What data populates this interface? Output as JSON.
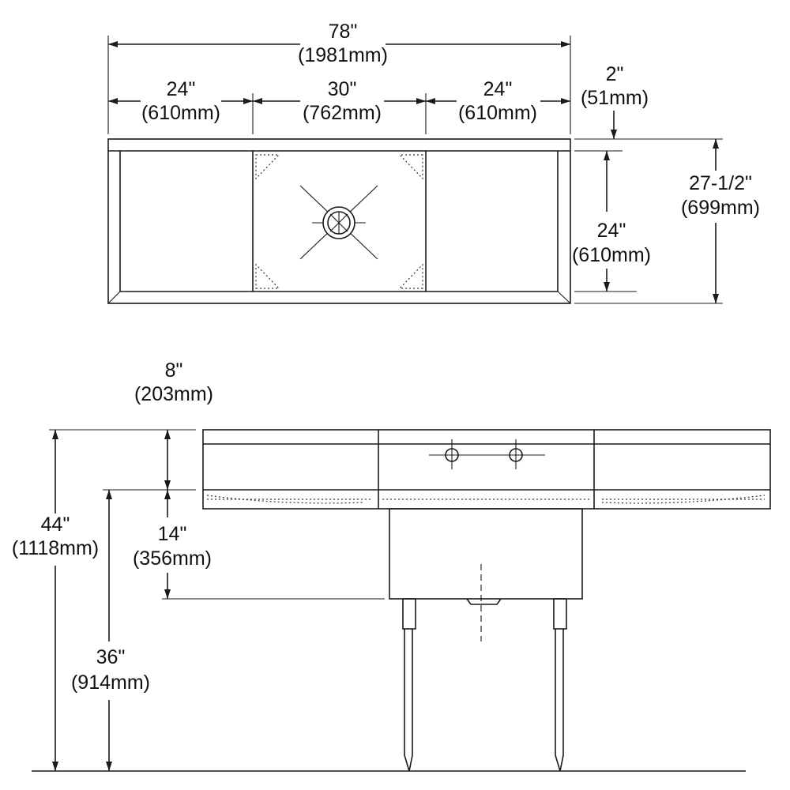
{
  "top_view": {
    "overall_width": {
      "in": "78\"",
      "mm": "(1981mm)"
    },
    "left_drainboard": {
      "in": "24\"",
      "mm": "(610mm)"
    },
    "bowl_width": {
      "in": "30\"",
      "mm": "(762mm)"
    },
    "right_drainboard": {
      "in": "24\"",
      "mm": "(610mm)"
    },
    "rim": {
      "in": "2\"",
      "mm": "(51mm)"
    },
    "bowl_depth": {
      "in": "24\"",
      "mm": "(610mm)"
    },
    "overall_depth": {
      "in": "27-1/2\"",
      "mm": "(699mm)"
    }
  },
  "front_view": {
    "backsplash": {
      "in": "8\"",
      "mm": "(203mm)"
    },
    "bowl_height": {
      "in": "14\"",
      "mm": "(356mm)"
    },
    "overall_height": {
      "in": "44\"",
      "mm": "(1118mm)"
    },
    "working_height": {
      "in": "36\"",
      "mm": "(914mm)"
    }
  }
}
